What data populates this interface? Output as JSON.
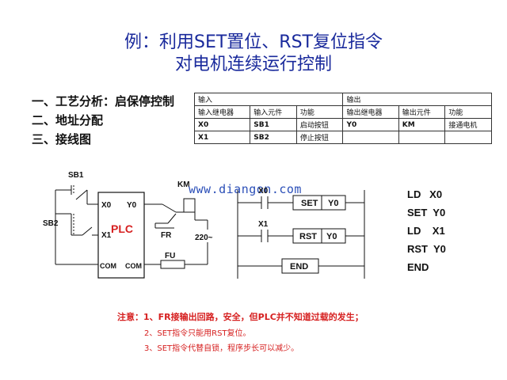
{
  "title": {
    "line1": "例：利用SET置位、RST复位指令",
    "line2": "对电机连续运行控制"
  },
  "steps": [
    "一、工艺分析：启保停控制",
    "二、地址分配",
    "三、接线图"
  ],
  "io_table": {
    "header": {
      "input": "输入",
      "output": "输出"
    },
    "columns": [
      "输入继电器",
      "输入元件",
      "功能",
      "输出继电器",
      "输出元件",
      "功能"
    ],
    "rows": [
      [
        "X0",
        "SB1",
        "启动按钮",
        "Y0",
        "KM",
        "接通电机"
      ],
      [
        "X1",
        "SB2",
        "停止按钮",
        "",
        "",
        ""
      ]
    ]
  },
  "wiring": {
    "sb1": "SB1",
    "sb2": "SB2",
    "x0": "X0",
    "y0": "Y0",
    "x1": "X1",
    "plc": "PLC",
    "km": "KM",
    "fr": "FR",
    "fu": "FU",
    "voltage": "220~",
    "com1": "COM",
    "com2": "COM"
  },
  "watermark": "www.diangon.com",
  "ladder": {
    "x0": "X0",
    "set": "SET",
    "y0a": "Y0",
    "x1": "X1",
    "rst": "RST",
    "y0b": "Y0",
    "end": "END"
  },
  "instructions": [
    "LD   X0",
    "SET  Y0",
    "LD    X1",
    "RST  Y0",
    "END"
  ],
  "notes": [
    "注意：1、FR接输出回路，安全，但PLC并不知道过载的发生；",
    "2、SET指令只能用RST复位。",
    "3、SET指令代替自锁，程序步长可以减少。"
  ],
  "colors": {
    "title": "#1a2a9c",
    "note": "#d62020",
    "plc_label": "#d62020",
    "watermark": "#2b4fb8"
  }
}
